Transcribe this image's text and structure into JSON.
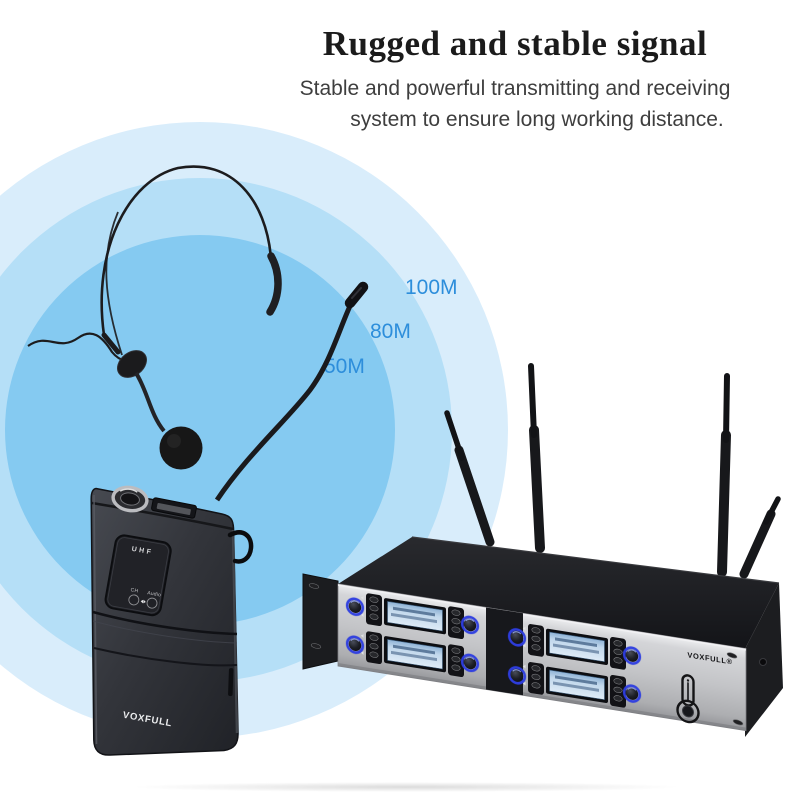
{
  "header": {
    "title": "Rugged and stable signal",
    "subtitle_line1": "Stable and powerful transmitting and receiving",
    "subtitle_line2": "system to ensure long working distance."
  },
  "range_rings": {
    "labels": [
      {
        "text": "100M"
      },
      {
        "text": "80M"
      },
      {
        "text": "50M"
      }
    ],
    "label_color": "#2D8EDB",
    "ring_colors": [
      "#D9EDFB",
      "#B5DFF7",
      "#85CAF1"
    ]
  },
  "bodypack": {
    "top_label": "UHF",
    "channel_button_label": "CH",
    "audio_button_label": "Audio",
    "brand": "VOXFULL"
  },
  "receiver": {
    "brand": "VOXFULL®"
  },
  "colors": {
    "knob_led_blue": "#2E3EE0",
    "lcd_screen_blue": "#C2D8EC",
    "title_text": "#1B1B1B"
  }
}
